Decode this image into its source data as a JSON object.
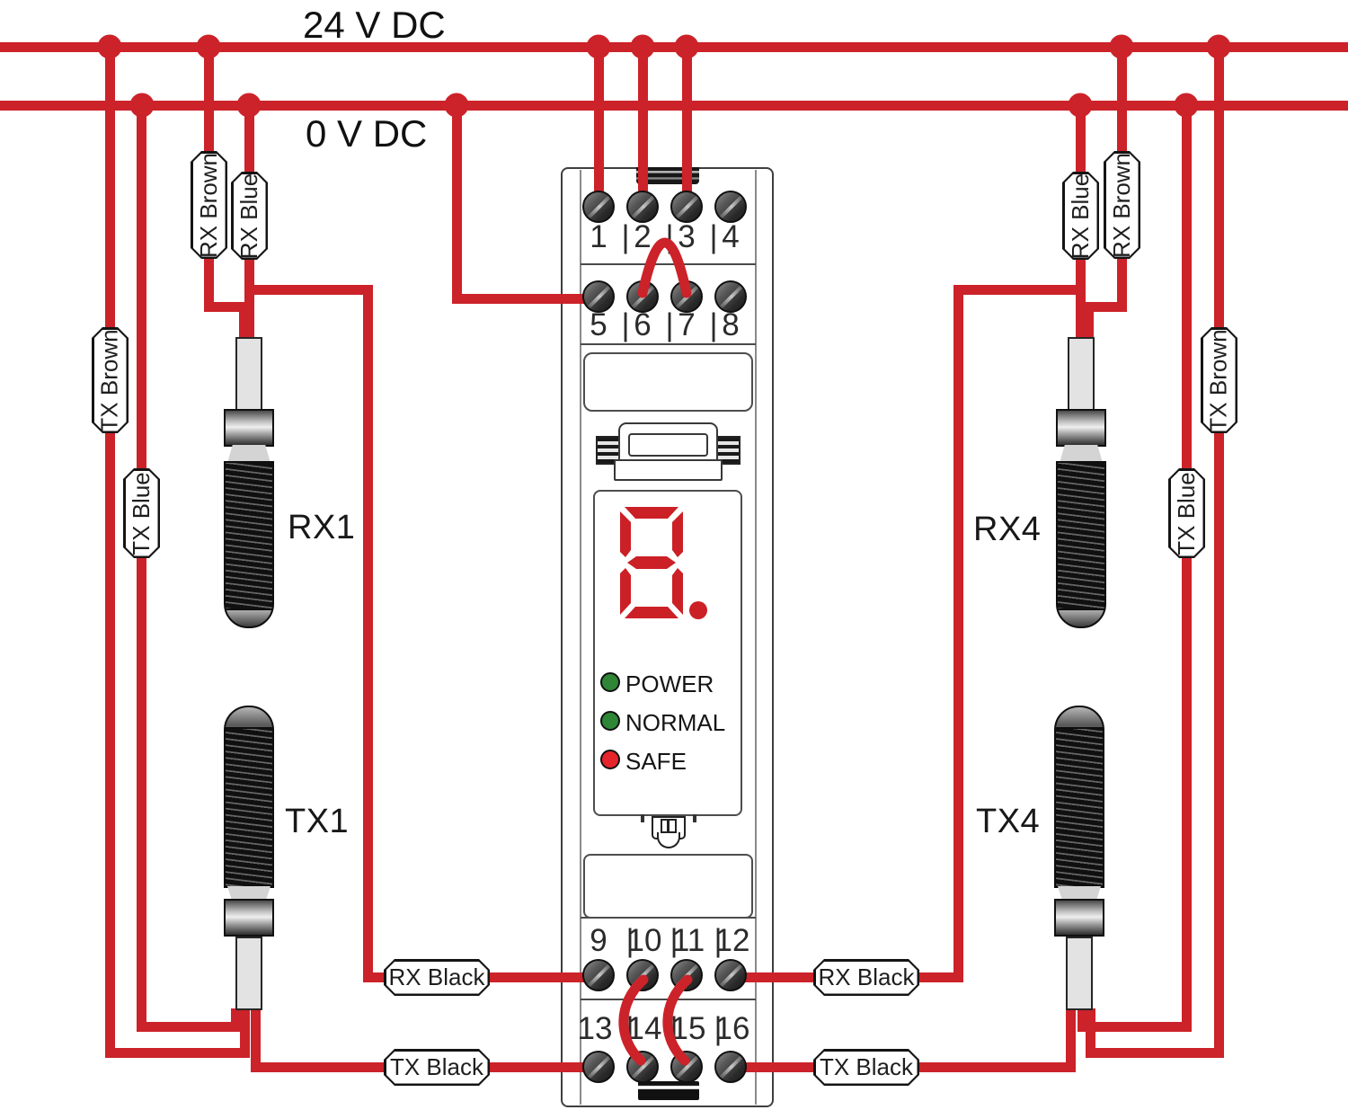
{
  "rails": {
    "positive_label": "24 V DC",
    "negative_label": "0 V DC"
  },
  "module": {
    "display_digit": "8.",
    "terminal_numbers": {
      "row1": [
        "1",
        "2",
        "3",
        "4"
      ],
      "row2": [
        "5",
        "6",
        "7",
        "8"
      ],
      "row3": [
        "9",
        "10",
        "11",
        "12"
      ],
      "row4": [
        "13",
        "14",
        "15",
        "16"
      ]
    },
    "separator": "|",
    "leds": [
      {
        "label": "POWER",
        "color": "#2e8636"
      },
      {
        "label": "NORMAL",
        "color": "#2e8636"
      },
      {
        "label": "SAFE",
        "color": "#e6242c"
      }
    ]
  },
  "sensors": {
    "rx1_label": "RX1",
    "tx1_label": "TX1",
    "rx4_label": "RX4",
    "tx4_label": "TX4"
  },
  "wire_tags": {
    "left": {
      "rx_brown": "RX Brown",
      "rx_blue": "RX Blue",
      "tx_brown": "TX Brown",
      "tx_blue": "TX Blue",
      "rx_black": "RX Black",
      "tx_black": "TX Black"
    },
    "right": {
      "rx_brown": "RX Brown",
      "rx_blue": "RX Blue",
      "tx_brown": "TX Brown",
      "tx_blue": "TX Blue",
      "rx_black": "RX Black",
      "tx_black": "TX Black"
    }
  },
  "colors": {
    "wire_red": "#cc2229",
    "display_red": "#cb2026",
    "led_green": "#2e8636",
    "led_red": "#e6242c"
  }
}
